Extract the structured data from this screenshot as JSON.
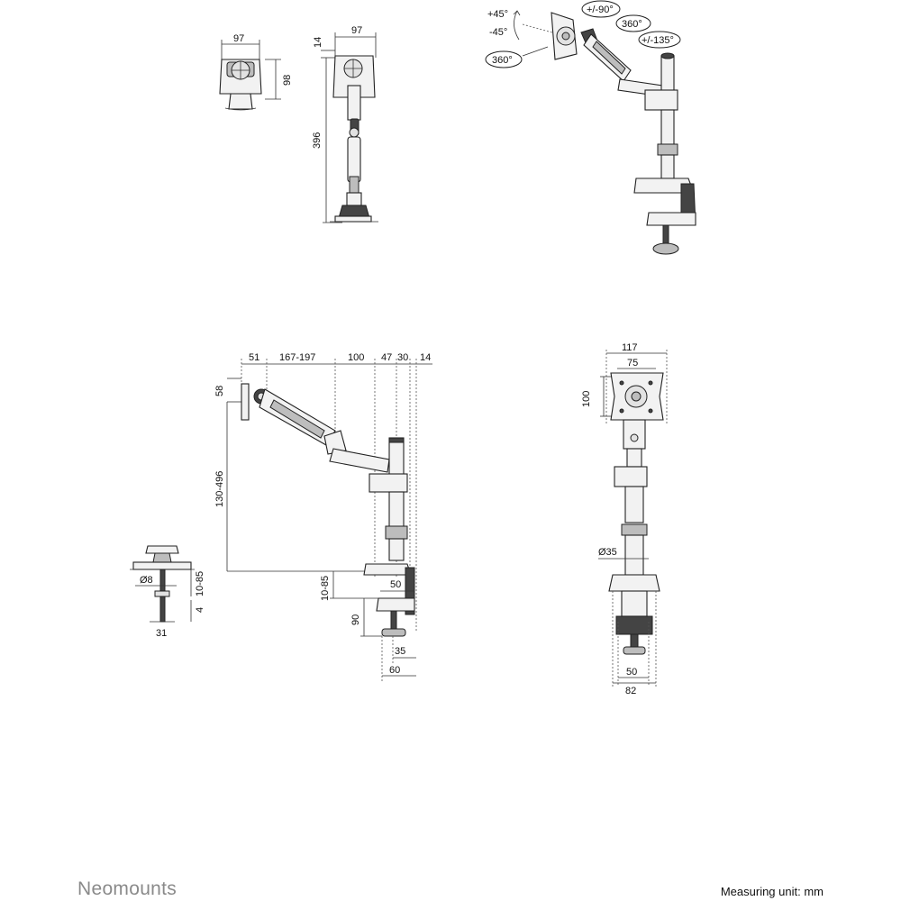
{
  "brand": "Neomounts",
  "measuring_unit": "Measuring unit: mm",
  "views": {
    "top_small": {
      "width": "97",
      "height": "98"
    },
    "side": {
      "width": "97",
      "top_offset": "14",
      "height": "396"
    },
    "iso": {
      "tilt_up": "+45°",
      "tilt_down": "-45°",
      "rotate_screen": "360°",
      "swivel_head": "+/-90°",
      "rotate_arm": "360°",
      "swivel_base": "+/-135°"
    },
    "front": {
      "d1": "51",
      "d2": "167-197",
      "d3": "100",
      "d4": "47",
      "d5": "30",
      "d6": "14",
      "plate": "58",
      "height_range": "130-496",
      "desk_range": "10-85",
      "clamp_depth": "90",
      "clamp_w1": "50",
      "clamp_w2": "35",
      "clamp_w3": "60"
    },
    "grommet": {
      "diameter": "Ø8",
      "desk_range": "10-85",
      "thick": "4",
      "width": "31"
    },
    "back": {
      "width_outer": "117",
      "vesa_w": "75",
      "vesa_h": "100",
      "pole": "Ø35",
      "clamp_w1": "50",
      "clamp_w2": "82"
    }
  }
}
